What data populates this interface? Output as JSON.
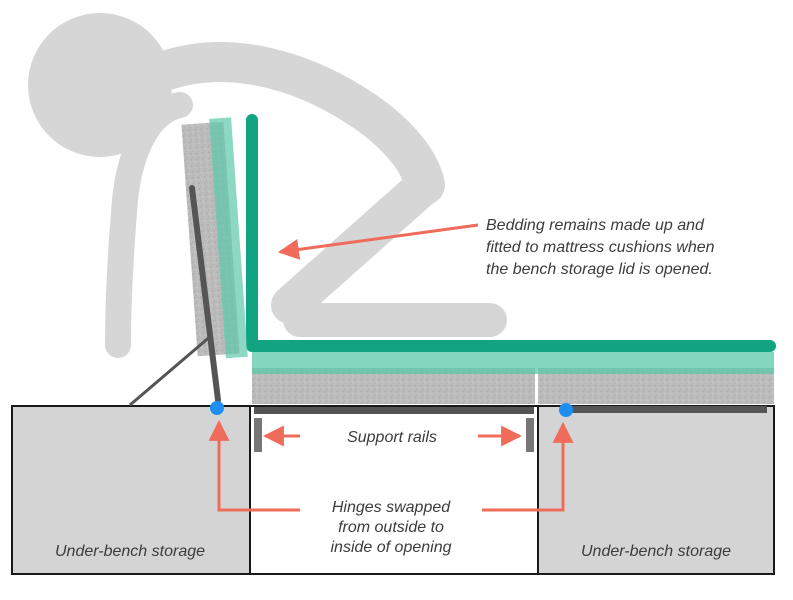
{
  "annotations": {
    "bedding_line1": "Bedding remains made up and",
    "bedding_line2": "fitted to mattress cushions when",
    "bedding_line3": "the bench storage lid is opened.",
    "support_rails": "Support rails",
    "hinges_line1": "Hinges swapped",
    "hinges_line2": "from outside to",
    "hinges_line3": "inside of opening",
    "storage_left": "Under-bench storage",
    "storage_right": "Under-bench storage"
  },
  "colors": {
    "figure": "#d6d6d6",
    "bedding": "#12a383",
    "bedding_translucent": "#5cc8aa",
    "foam": "#bdbdbd",
    "lid": "#555555",
    "storage_box": "#d4d4d4",
    "box_outline": "#1a1a1a",
    "arrow": "#ef6b5a",
    "hinge": "#1e8ff2",
    "text": "#3c3c3c"
  }
}
